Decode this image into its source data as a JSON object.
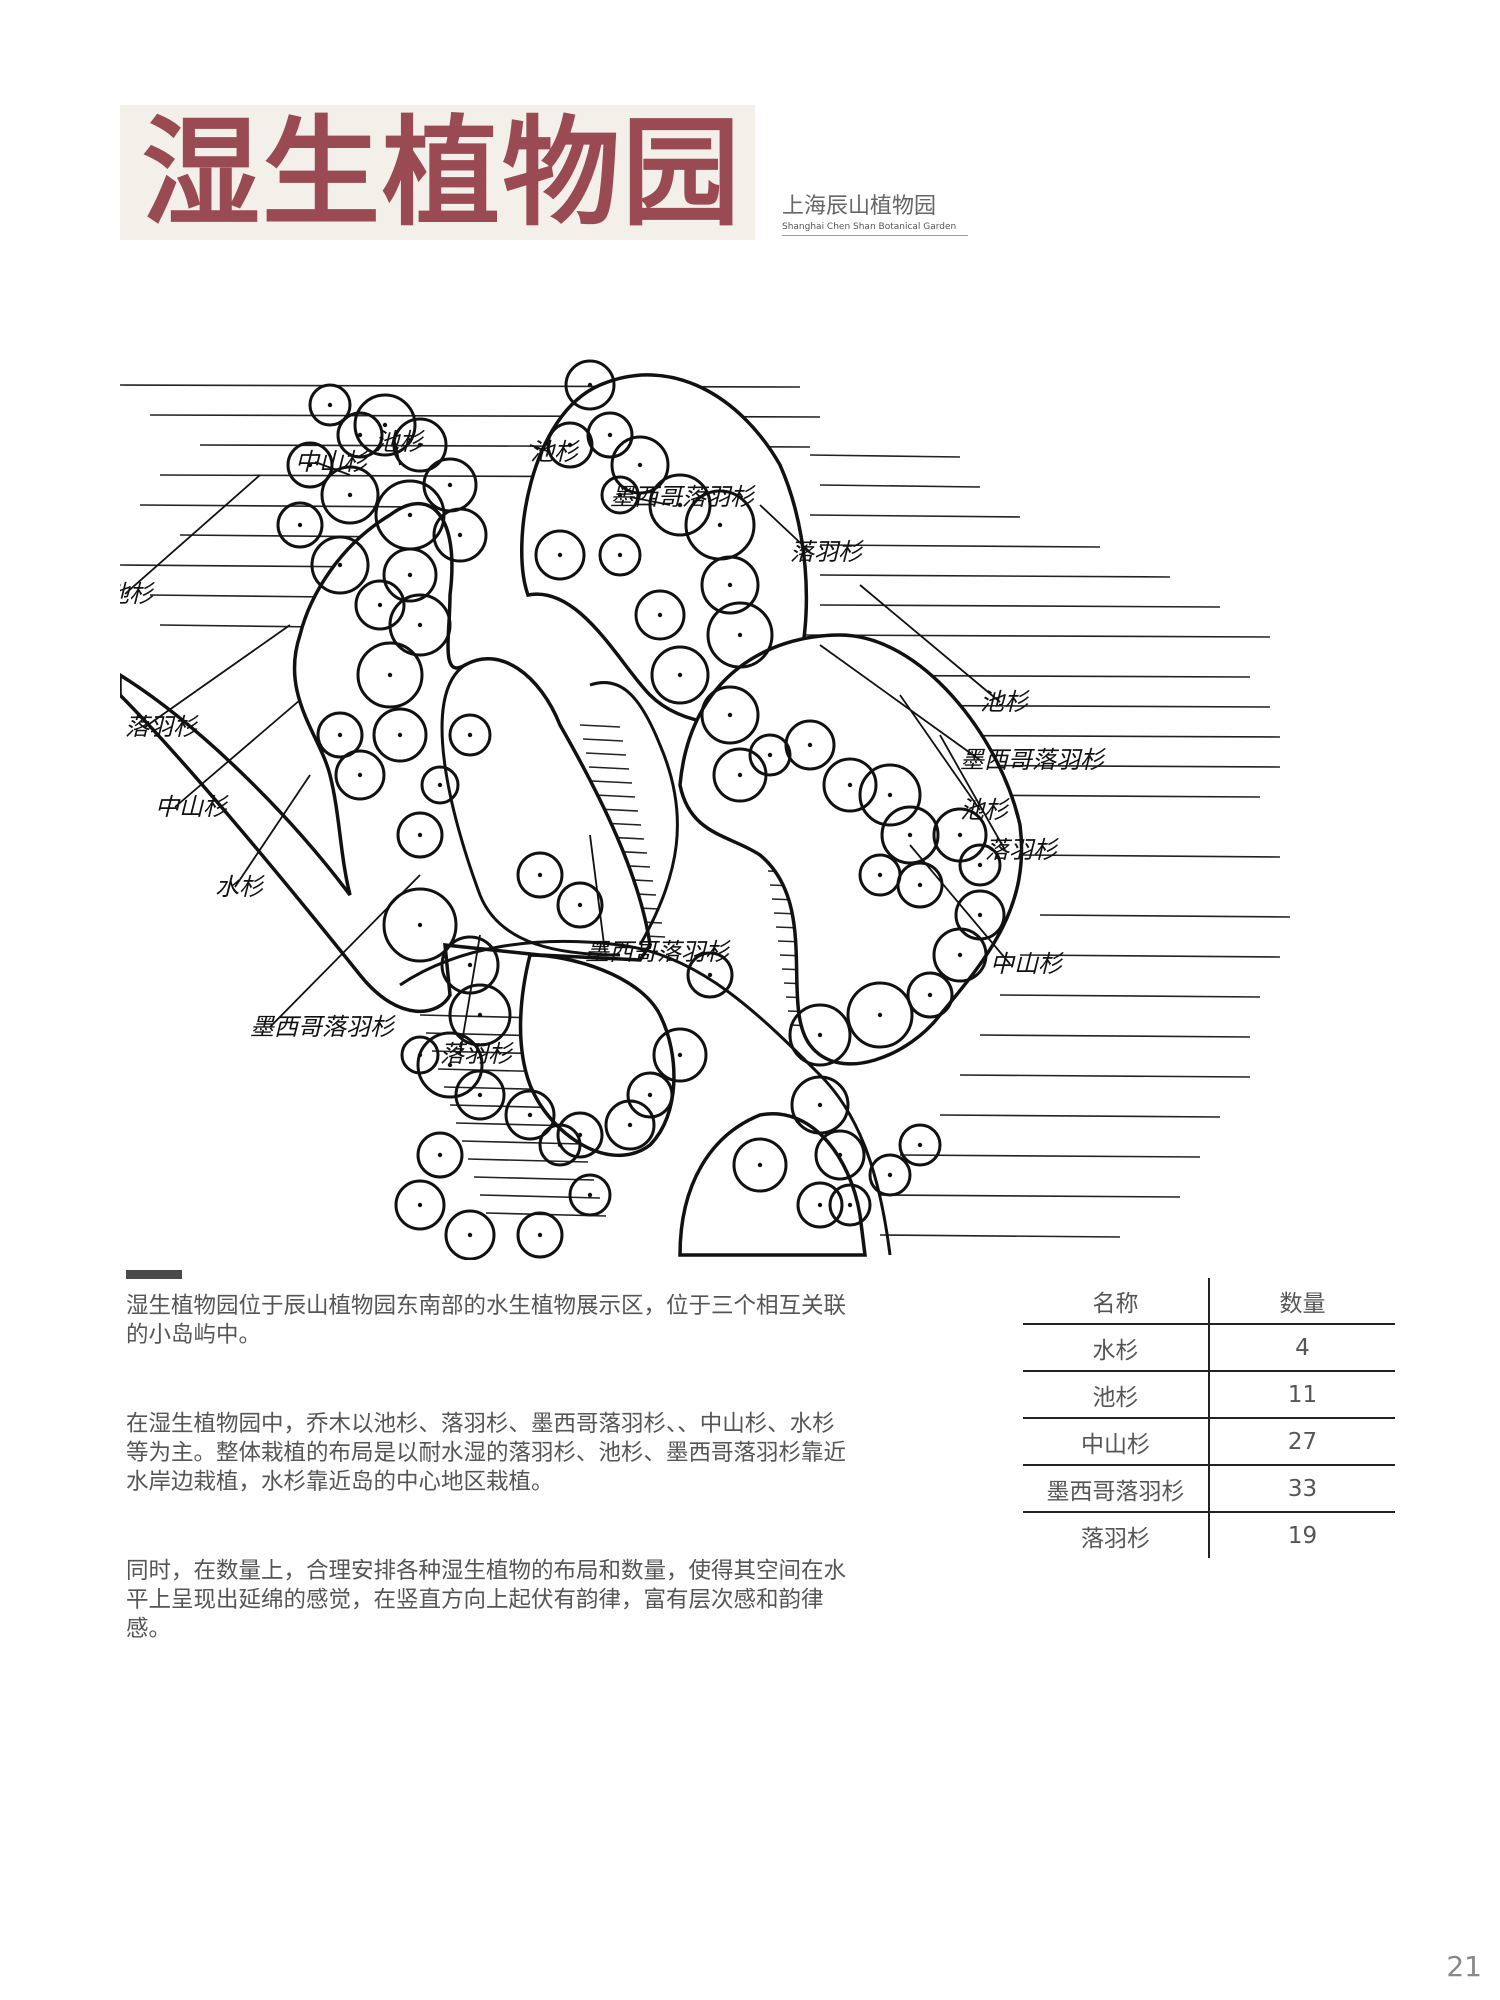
{
  "header": {
    "title": "湿生植物园",
    "subtitle_cn": "上海辰山植物园",
    "subtitle_en": "Shanghai Chen Shan Botanical Garden"
  },
  "plan": {
    "labels": [
      "池杉",
      "中山杉",
      "池杉",
      "墨西哥落羽杉",
      "落羽杉",
      "池杉",
      "落羽杉",
      "中山杉",
      "水杉",
      "池杉",
      "墨西哥落羽杉",
      "池杉",
      "落羽杉",
      "中山杉",
      "墨西哥落羽杉",
      "墨西哥落羽杉",
      "落羽杉"
    ]
  },
  "text": {
    "p1": "湿生植物园位于辰山植物园东南部的水生植物展示区，位于三个相互关联的小岛屿中。",
    "p2": "在湿生植物园中，乔木以池杉、落羽杉、墨西哥落羽杉、、中山杉、水杉等为主。整体栽植的布局是以耐水湿的落羽杉、池杉、墨西哥落羽杉靠近水岸边栽植，水杉靠近岛的中心地区栽植。",
    "p3": "同时，在数量上，合理安排各种湿生植物的布局和数量，使得其空间在水平上呈现出延绵的感觉，在竖直方向上起伏有韵律，富有层次感和韵律感。"
  },
  "table": {
    "headers": [
      "名称",
      "数量"
    ],
    "rows": [
      [
        "水杉",
        "4"
      ],
      [
        "池杉",
        "11"
      ],
      [
        "中山杉",
        "27"
      ],
      [
        "墨西哥落羽杉",
        "33"
      ],
      [
        "落羽杉",
        "19"
      ]
    ]
  },
  "page_number": "21"
}
